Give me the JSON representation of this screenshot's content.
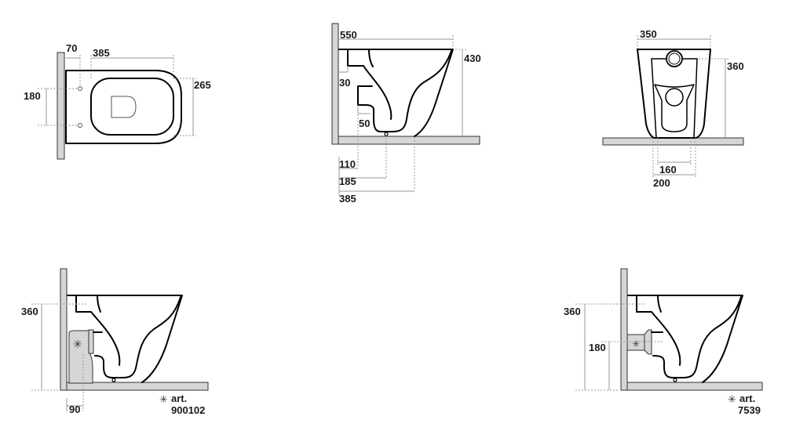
{
  "top_view": {
    "d_wall_offset": "70",
    "d_length": "385",
    "d_width": "265",
    "d_fixing": "180"
  },
  "side_view": {
    "d_depth": "550",
    "d_height": "430",
    "d_30": "30",
    "d_50": "50",
    "d_110": "110",
    "d_185": "185",
    "d_385": "385"
  },
  "front_view": {
    "d_width": "350",
    "d_height": "360",
    "d_160": "160",
    "d_200": "200"
  },
  "install_a": {
    "d_height": "360",
    "d_90": "90",
    "note_symbol": "✳",
    "note_label": "art.",
    "note_code": "900102"
  },
  "install_b": {
    "d_height": "360",
    "d_180": "180",
    "note_symbol": "✳",
    "note_label": "art.",
    "note_code": "7539"
  }
}
